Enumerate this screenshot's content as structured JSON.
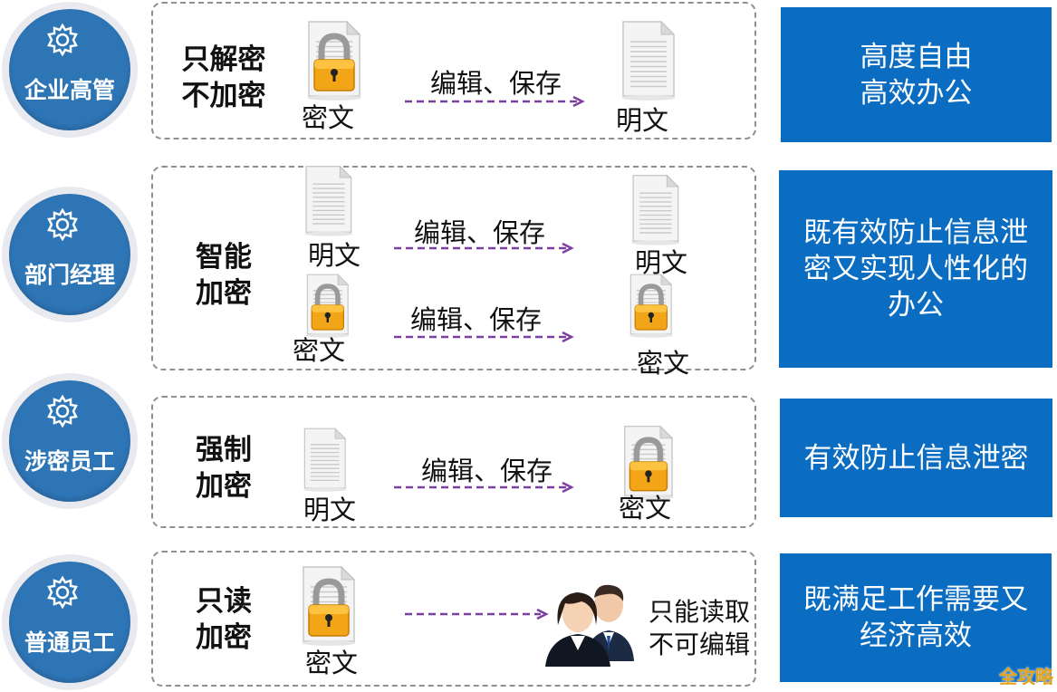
{
  "rows": [
    {
      "role": "企业高管",
      "mode": [
        "只解密",
        "不加密"
      ],
      "flows": [
        {
          "from_label": "密文",
          "from_icon": "locked-document-icon",
          "action": "编辑、保存",
          "to_label": "明文",
          "to_icon": "plain-document-icon"
        }
      ],
      "benefit": [
        "高度自由",
        "高效办公"
      ]
    },
    {
      "role": "部门经理",
      "mode": [
        "智能",
        "加密"
      ],
      "flows": [
        {
          "from_label": "明文",
          "from_icon": "plain-document-icon",
          "action": "编辑、保存",
          "to_label": "明文",
          "to_icon": "plain-document-icon"
        },
        {
          "from_label": "密文",
          "from_icon": "locked-document-icon",
          "action": "编辑、保存",
          "to_label": "密文",
          "to_icon": "locked-document-icon"
        }
      ],
      "benefit": [
        "既有效防止信息泄",
        "密又实现人性化的",
        "办公"
      ]
    },
    {
      "role": "涉密员工",
      "mode": [
        "强制",
        "加密"
      ],
      "flows": [
        {
          "from_label": "明文",
          "from_icon": "plain-document-icon",
          "action": "编辑、保存",
          "to_label": "密文",
          "to_icon": "locked-document-icon"
        }
      ],
      "benefit": [
        "有效防止信息泄密"
      ]
    },
    {
      "role": "普通员工",
      "mode": [
        "只读",
        "加密"
      ],
      "flows": [
        {
          "from_label": "密文",
          "from_icon": "locked-document-icon",
          "action": "",
          "to_label": "只能读取\n不可编辑",
          "to_icon": "users-icon"
        }
      ],
      "benefit": [
        "既满足工作需要又",
        "经济高效"
      ]
    }
  ],
  "watermark": "全攻略",
  "colors": {
    "circle": "#2e75b6",
    "ring": "#e9eaf0",
    "benefit_box": "#0a6dc2",
    "arrow": "#7b3fa0",
    "lock": "#f2a516"
  }
}
